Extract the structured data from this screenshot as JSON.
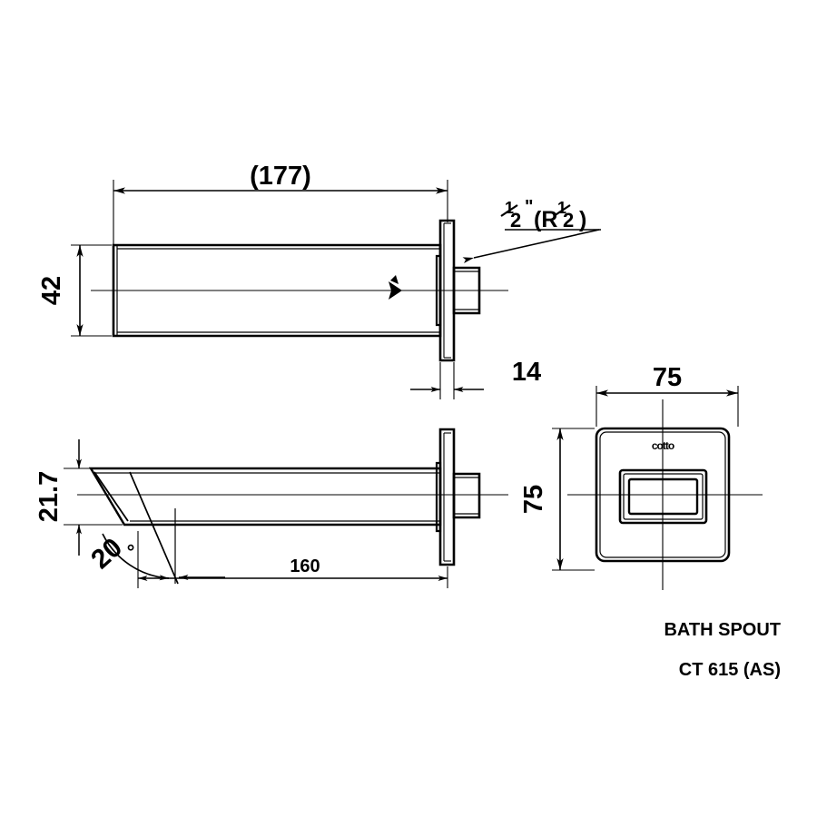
{
  "document": {
    "type": "technical-drawing",
    "background_color": "#ffffff",
    "line_color": "#000000"
  },
  "title_block": {
    "product_name": "BATH SPOUT",
    "model_code": "CT 615 (AS)"
  },
  "brand": {
    "logo_text": "cotto"
  },
  "views": {
    "top_view": {
      "name": "top-view",
      "dimensions": {
        "length_overall": "(177)",
        "width": "42",
        "flange_offset": "14",
        "thread_spec": "½\"(R½)"
      }
    },
    "side_view": {
      "name": "side-view",
      "dimensions": {
        "height": "21.7",
        "spout_angle": "20°",
        "projection": "160"
      }
    },
    "front_view": {
      "name": "front-view",
      "dimensions": {
        "width": "75",
        "height": "75"
      }
    }
  },
  "dimension_labels": {
    "d_177": "(177)",
    "d_42": "42",
    "d_14": "14",
    "d_thread": "½\"(R½)",
    "d_21_7": "21.7",
    "d_20deg": "20°",
    "d_160": "160",
    "d_75_h": "75",
    "d_75_v": "75"
  },
  "thread_label_parts": {
    "num1": "1",
    "den1": "2",
    "inch_mark": "\"",
    "open_paren": "(R",
    "num2": "1",
    "den2": "2",
    "close_paren": ")"
  },
  "angle_label_parts": {
    "value": "20",
    "degree": "°"
  }
}
